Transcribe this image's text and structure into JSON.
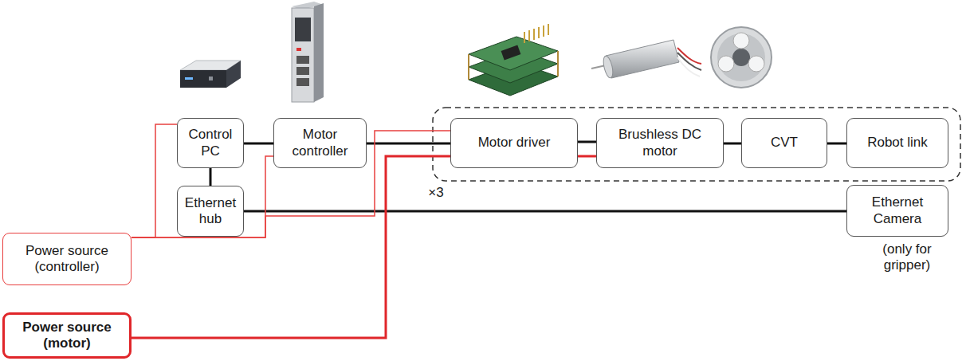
{
  "diagram": {
    "nodes": [
      {
        "text": [
          "Control PC"
        ]
      },
      {
        "text": [
          "Motor controller"
        ]
      },
      {
        "text": [
          "Motor driver"
        ]
      },
      {
        "text": [
          "Brushless DC motor"
        ]
      },
      {
        "text": [
          "CVT"
        ]
      },
      {
        "text": [
          "Robot link"
        ]
      },
      {
        "text": [
          "Ethernet hub"
        ]
      },
      {
        "text": [
          "Ethernet Camera"
        ]
      },
      {
        "text": [
          "Power source (controller)"
        ]
      },
      {
        "text": [
          "Power source (motor)"
        ]
      }
    ],
    "edges": [
      {
        "from": 0,
        "to": 1,
        "arrow": "none"
      },
      {
        "from": 1,
        "to": 2,
        "arrow": "none"
      },
      {
        "from": 2,
        "to": 3,
        "arrow": "none"
      },
      {
        "from": 2,
        "to": 3,
        "arrow": "none"
      },
      {
        "from": 3,
        "to": 4,
        "arrow": "none"
      },
      {
        "from": 4,
        "to": 5,
        "arrow": "none"
      },
      {
        "from": 0,
        "to": 6,
        "arrow": "none"
      },
      {
        "from": 6,
        "to": 7,
        "arrow": "none"
      },
      {
        "from": 8,
        "to": 0,
        "arrow": "none"
      },
      {
        "from": 8,
        "to": 1,
        "arrow": "none"
      },
      {
        "from": 8,
        "to": 2,
        "arrow": "none"
      },
      {
        "from": 9,
        "to": 2,
        "arrow": "none"
      }
    ],
    "labels": [
      "×3",
      "(only for gripper)"
    ]
  }
}
